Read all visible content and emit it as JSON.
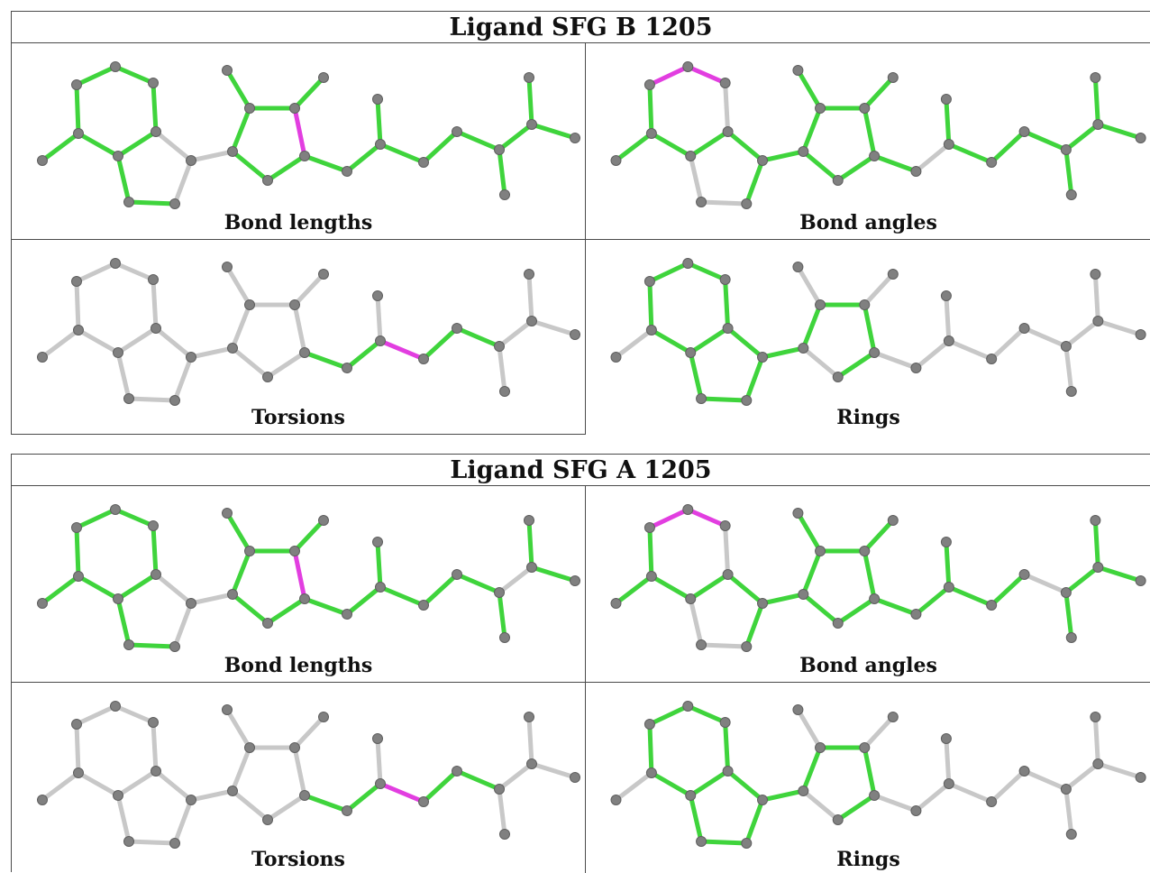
{
  "colors": {
    "pass": "#3fd43c",
    "fail": "#e23ee0",
    "neutral": "#c8c8c8",
    "atom": "#808080"
  },
  "icon": "molecule-graph-icon",
  "tables": [
    {
      "title": "Ligand SFG B 1205",
      "panels": [
        {
          "caption": "Bond lengths"
        },
        {
          "caption": "Bond angles"
        },
        {
          "caption": "Torsions"
        },
        {
          "caption": "Rings"
        }
      ]
    },
    {
      "title": "Ligand SFG A 1205",
      "panels": [
        {
          "caption": "Bond lengths"
        },
        {
          "caption": "Bond angles"
        },
        {
          "caption": "Torsions"
        },
        {
          "caption": "Rings"
        }
      ]
    }
  ]
}
